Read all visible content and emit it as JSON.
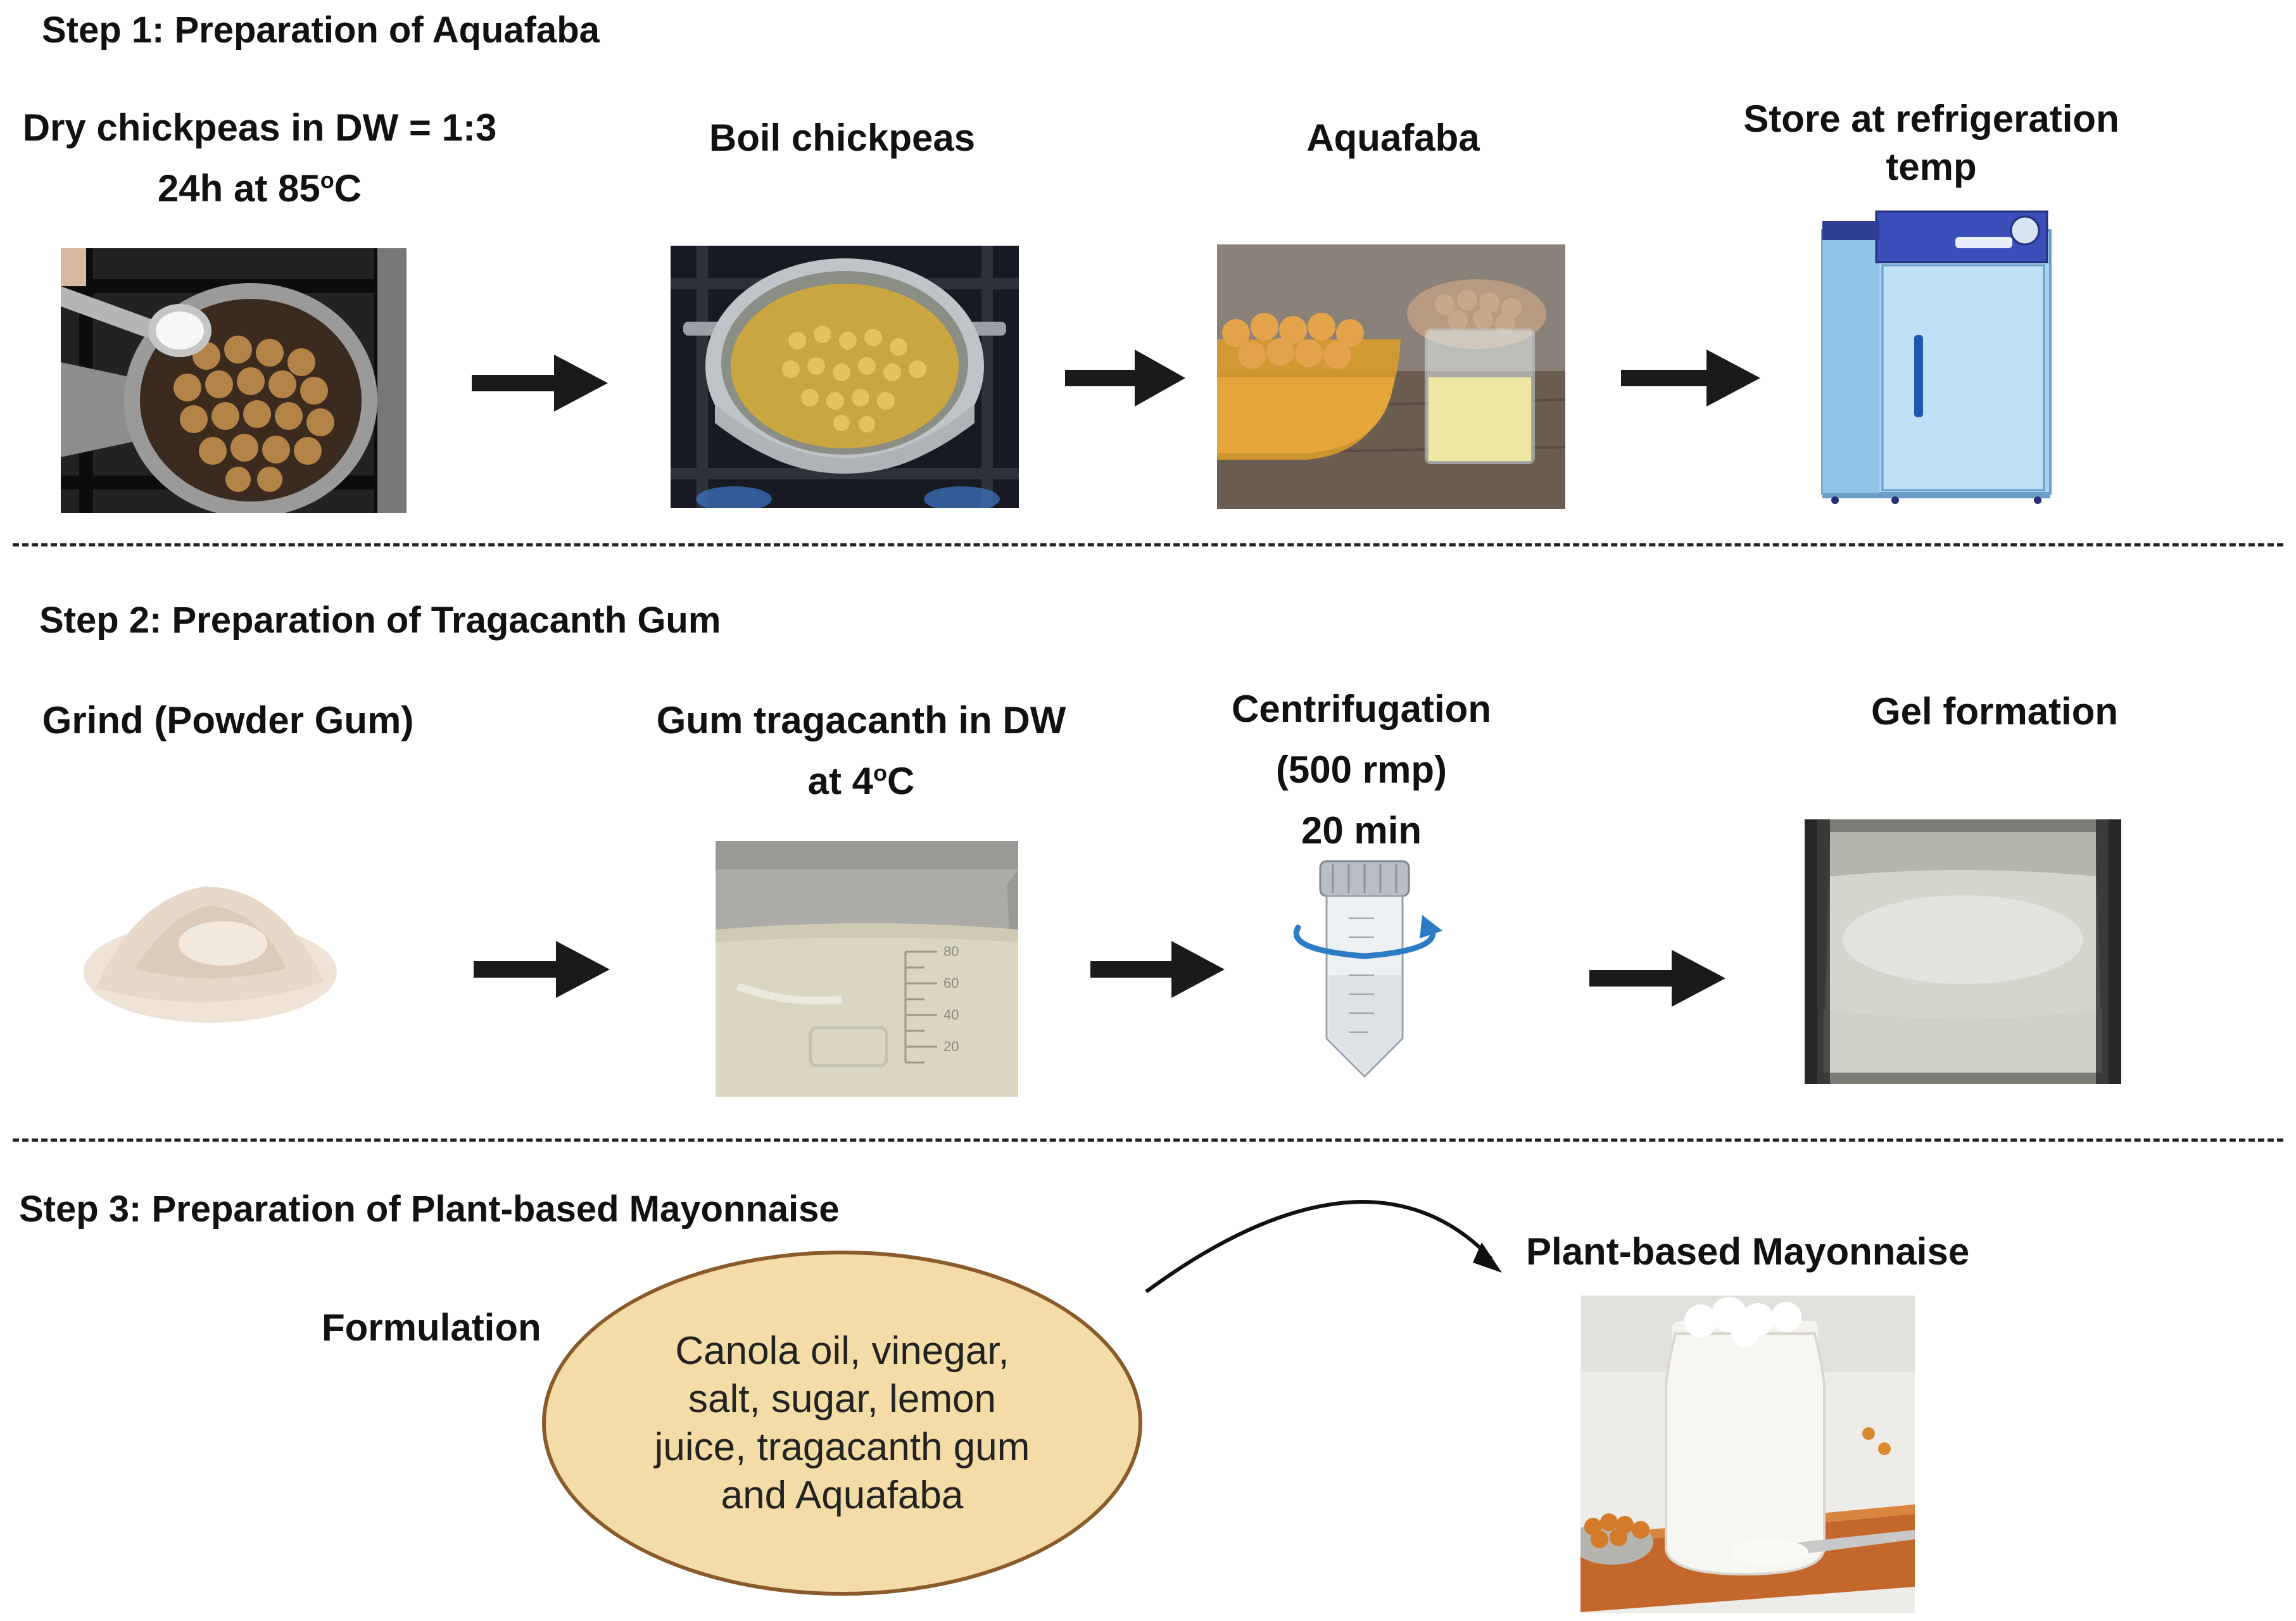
{
  "step1": {
    "heading": "Step 1: Preparation of Aquafaba",
    "stages": [
      {
        "line1": "Dry chickpeas in DW = 1:3",
        "line2_pre": "24h at 85",
        "line2_sup": "o",
        "line2_post": "C"
      },
      {
        "line1": "Boil chickpeas"
      },
      {
        "line1": "Aquafaba"
      },
      {
        "line1": "Store at refrigeration",
        "line2": "temp"
      }
    ]
  },
  "step2": {
    "heading": "Step 2: Preparation of Tragacanth Gum",
    "stages": [
      {
        "line1": "Grind (Powder Gum)"
      },
      {
        "line1": "Gum tragacanth in DW",
        "line2_pre": "at 4",
        "line2_sup": "o",
        "line2_post": "C"
      },
      {
        "line1": "Centrifugation",
        "line2": "(500 rmp)",
        "line3": "20 min"
      },
      {
        "line1": "Gel formation"
      }
    ],
    "beaker_ticks": [
      "80",
      "60",
      "40",
      "20"
    ]
  },
  "step3": {
    "heading": "Step 3: Preparation of Plant-based Mayonnaise",
    "formulation_label": "Formulation",
    "formulation_text": "Canola oil, vinegar, salt, sugar, lemon juice, tragacanth gum and Aquafaba",
    "result_label": "Plant-based Mayonnaise"
  },
  "colors": {
    "ellipse_fill": "#f3dca6",
    "ellipse_border": "#8a5a2b",
    "arrow": "#1a1a1a",
    "fridge_body": "#a9d4f0",
    "fridge_top": "#3b4db8"
  }
}
